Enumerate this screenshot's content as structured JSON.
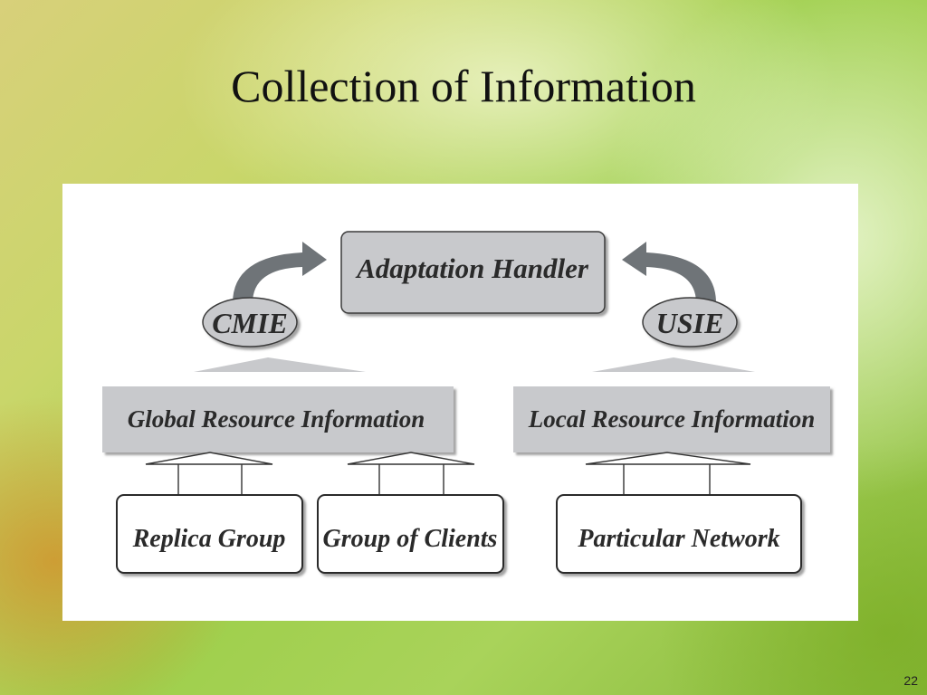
{
  "slide": {
    "title": "Collection of Information",
    "page_number": "22"
  },
  "diagram": {
    "adaptation_handler": "Adaptation Handler",
    "cmie": "CMIE",
    "usie": "USIE",
    "global_resource_information": "Global Resource Information",
    "local_resource_information": "Local Resource Information",
    "replica_group": "Replica Group",
    "group_of_clients": "Group of Clients",
    "particular_network": "Particular Network"
  },
  "colors": {
    "box_fill": "#c8c9cc",
    "box_stroke": "#3a3a3a",
    "arrow_fill": "#6f7478"
  }
}
